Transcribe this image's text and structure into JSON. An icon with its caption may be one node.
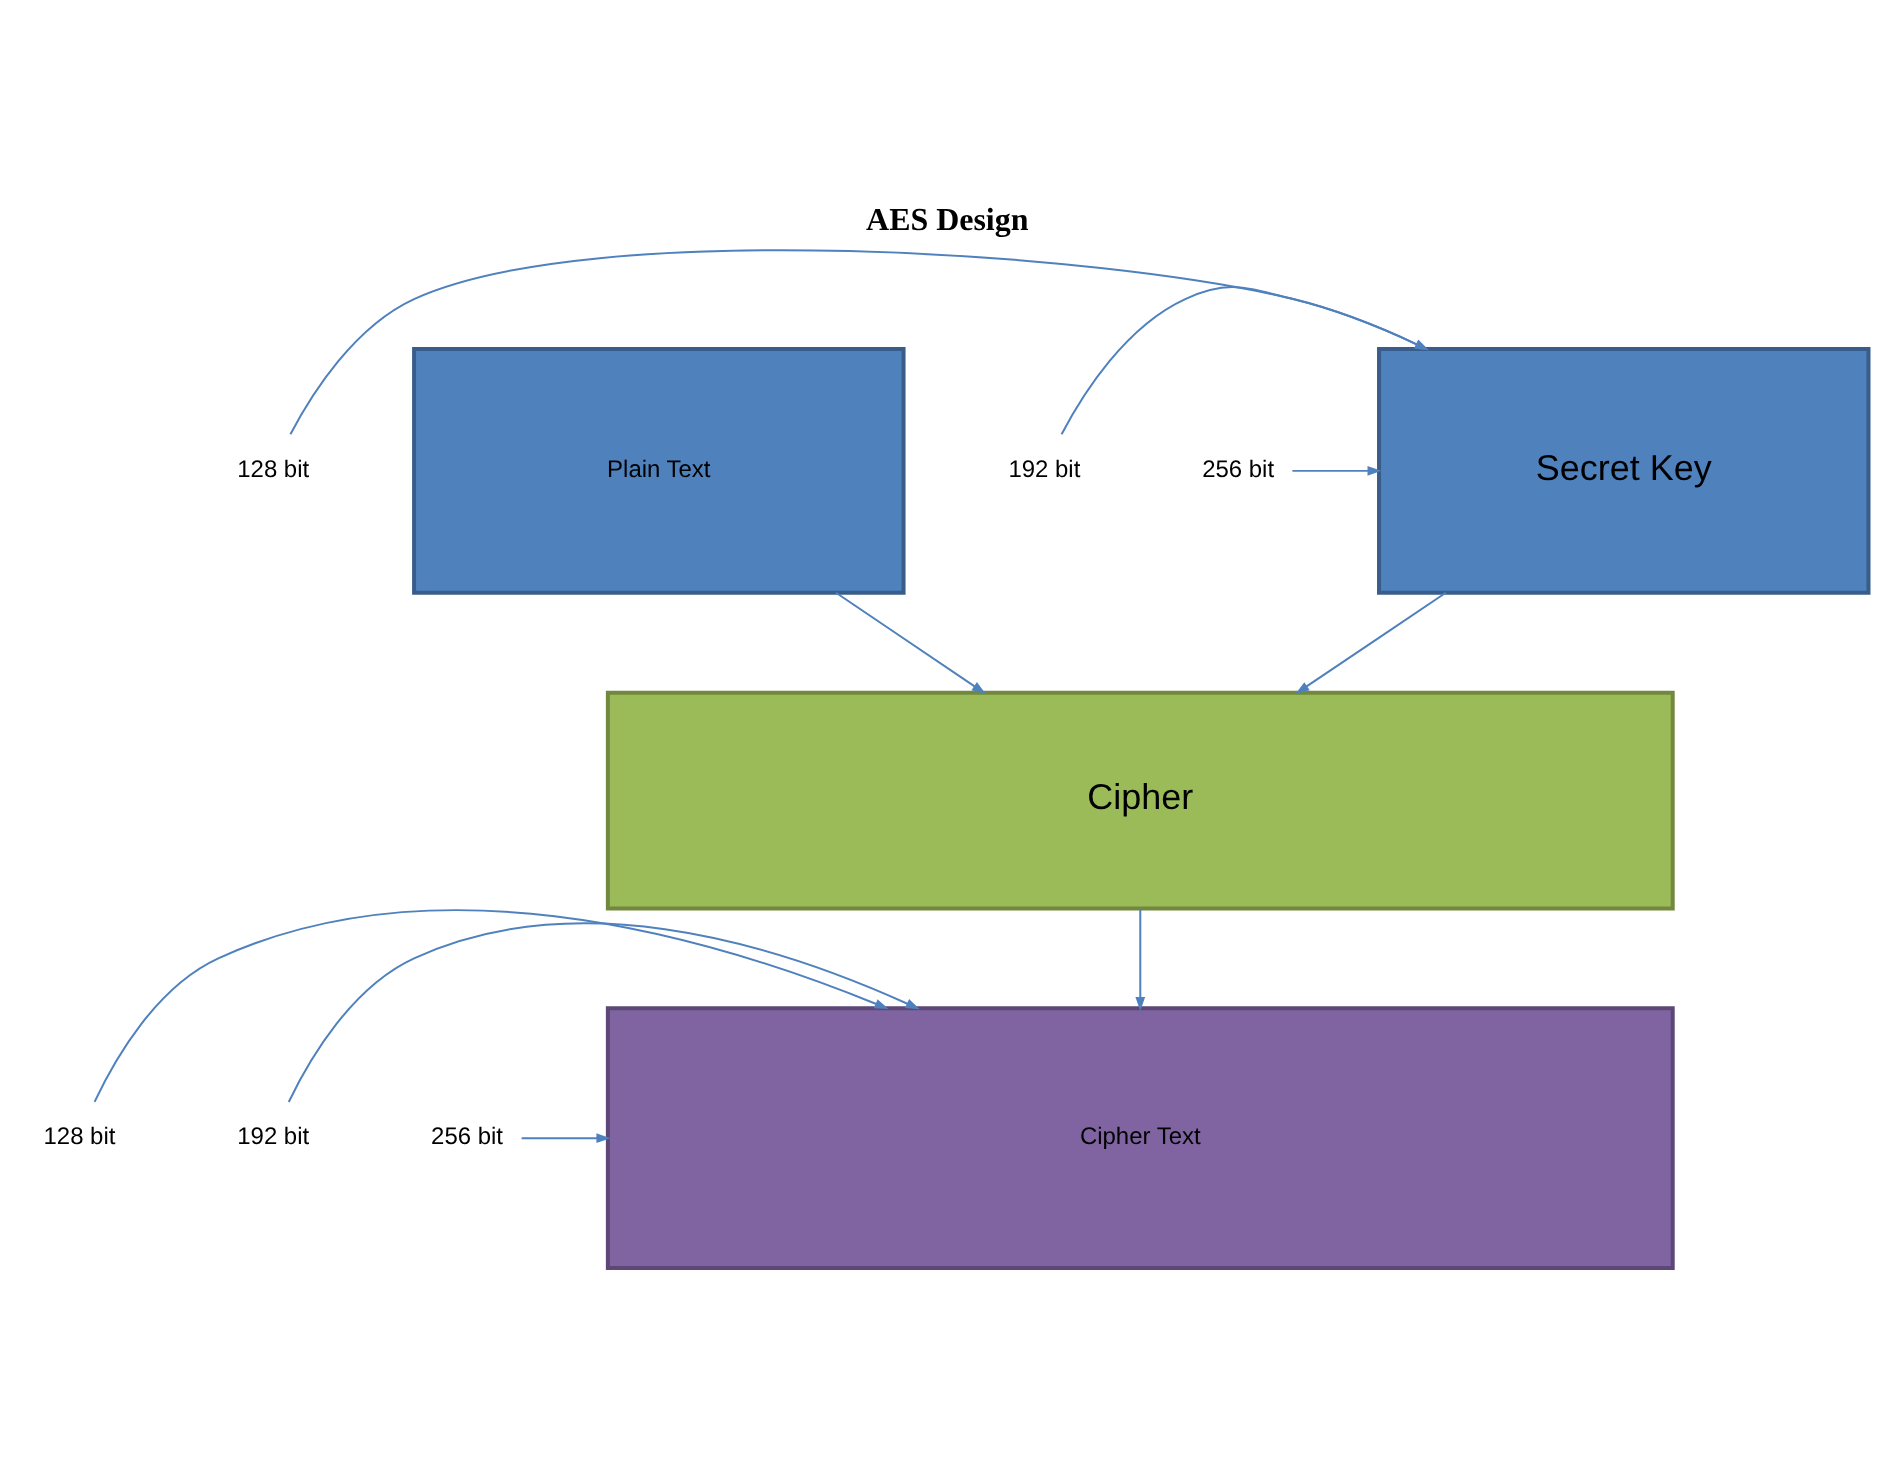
{
  "diagram": {
    "title": "AES Design",
    "nodes": [
      {
        "text": [
          "128 bit"
        ]
      },
      {
        "text": [
          "192 bit"
        ]
      },
      {
        "text": [
          "256 bit"
        ]
      },
      {
        "text": [
          "Secret Key"
        ]
      },
      {
        "text": [
          "Plain Text"
        ]
      },
      {
        "text": [
          "Cipher"
        ]
      },
      {
        "text": [
          "128 bit"
        ]
      },
      {
        "text": [
          "192 bit"
        ]
      },
      {
        "text": [
          "256 bit"
        ]
      },
      {
        "text": [
          "Cipher Text"
        ]
      }
    ],
    "edges": [
      {
        "from": 0,
        "to": 3,
        "arrow": "to"
      },
      {
        "from": 1,
        "to": 3,
        "arrow": "to"
      },
      {
        "from": 2,
        "to": 3,
        "arrow": "to"
      },
      {
        "from": 3,
        "to": 5,
        "arrow": "to"
      },
      {
        "from": 4,
        "to": 5,
        "arrow": "to"
      },
      {
        "from": 5,
        "to": 9,
        "arrow": "to"
      },
      {
        "from": 6,
        "to": 9,
        "arrow": "to"
      },
      {
        "from": 7,
        "to": 9,
        "arrow": "to"
      },
      {
        "from": 8,
        "to": 9,
        "arrow": "to"
      }
    ]
  }
}
